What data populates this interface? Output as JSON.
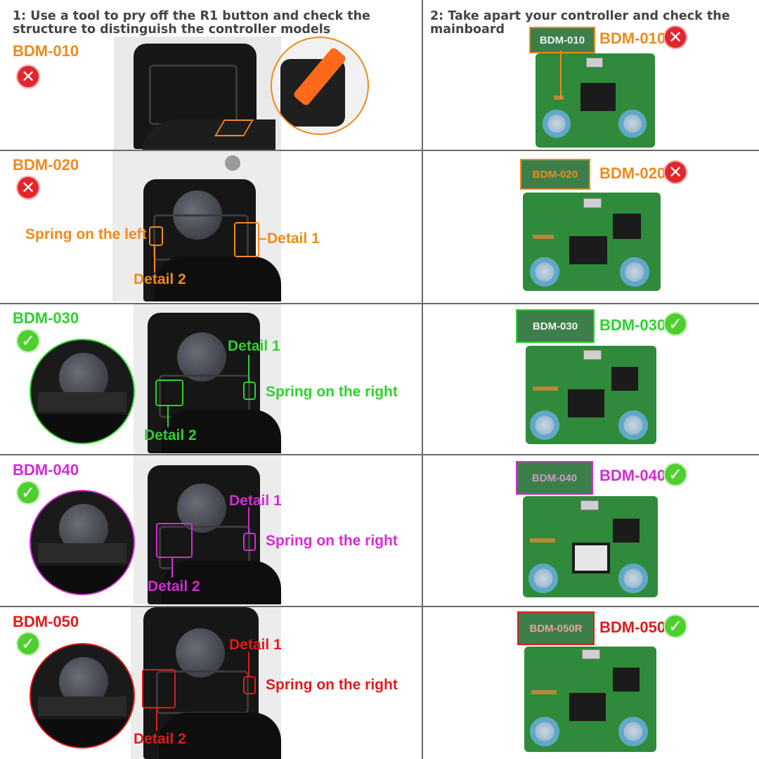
{
  "header": {
    "step1": "1: Use a tool to pry off the R1 button and check the structure to distinguish the controller models",
    "step2": "2: Take apart your controller and check the mainboard"
  },
  "colors": {
    "bdm010": "#f08a1c",
    "bdm020": "#f08a1c",
    "bdm030": "#2fd12f",
    "bdm040": "#d42bd4",
    "bdm050": "#e01b1b",
    "incompatible": "#e2262c",
    "compatible": "#4fcf2e"
  },
  "rows": [
    {
      "model": "BDM-010",
      "status": "incompatible",
      "board_tag": "BDM-010",
      "board_label": "BDM-010"
    },
    {
      "model": "BDM-020",
      "status": "incompatible",
      "board_tag": "BDM-020",
      "board_label": "BDM-020",
      "annotations": {
        "spring": "Spring on the left",
        "detail1": "Detail 1",
        "detail2": "Detail 2"
      }
    },
    {
      "model": "BDM-030",
      "status": "compatible",
      "board_tag": "BDM-030",
      "board_label": "BDM-030",
      "annotations": {
        "spring": "Spring on the right",
        "detail1": "Detail 1",
        "detail2": "Detail 2"
      }
    },
    {
      "model": "BDM-040",
      "status": "compatible",
      "board_tag": "BDM-040",
      "board_label": "BDM-040",
      "annotations": {
        "spring": "Spring on the right",
        "detail1": "Detail 1",
        "detail2": "Detail 2"
      }
    },
    {
      "model": "BDM-050",
      "status": "compatible",
      "board_tag": "BDM-050R",
      "board_label": "BDM-050",
      "annotations": {
        "spring": "Spring on the right",
        "detail1": "Detail 1",
        "detail2": "Detail 2"
      }
    }
  ],
  "icons": {
    "incompatible": "cross-icon",
    "compatible": "check-icon",
    "cross_glyph": "✕",
    "check_glyph": "✓"
  }
}
